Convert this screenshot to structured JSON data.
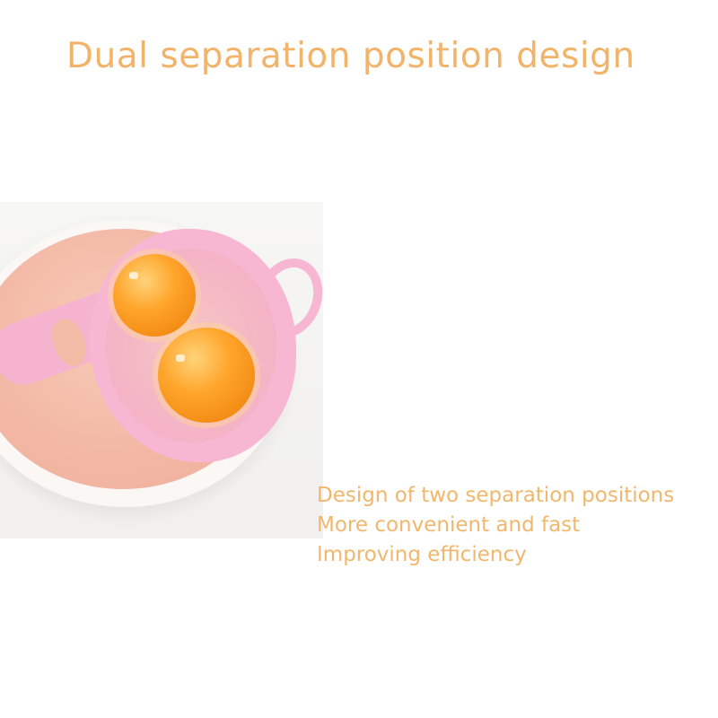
{
  "header": {
    "title": "Dual separation position design"
  },
  "product_image": {
    "description": "Pink egg separator with two yolks over a white bowl",
    "colors": {
      "separator": "#f7b7d2",
      "yolk": "#f59a1e",
      "bowl": "#fbf7f4"
    }
  },
  "features": [
    "Design of two separation positions",
    "More convenient and fast",
    "Improving efficiency"
  ],
  "theme": {
    "text_color": "#f2b36a",
    "background": "#ffffff"
  }
}
